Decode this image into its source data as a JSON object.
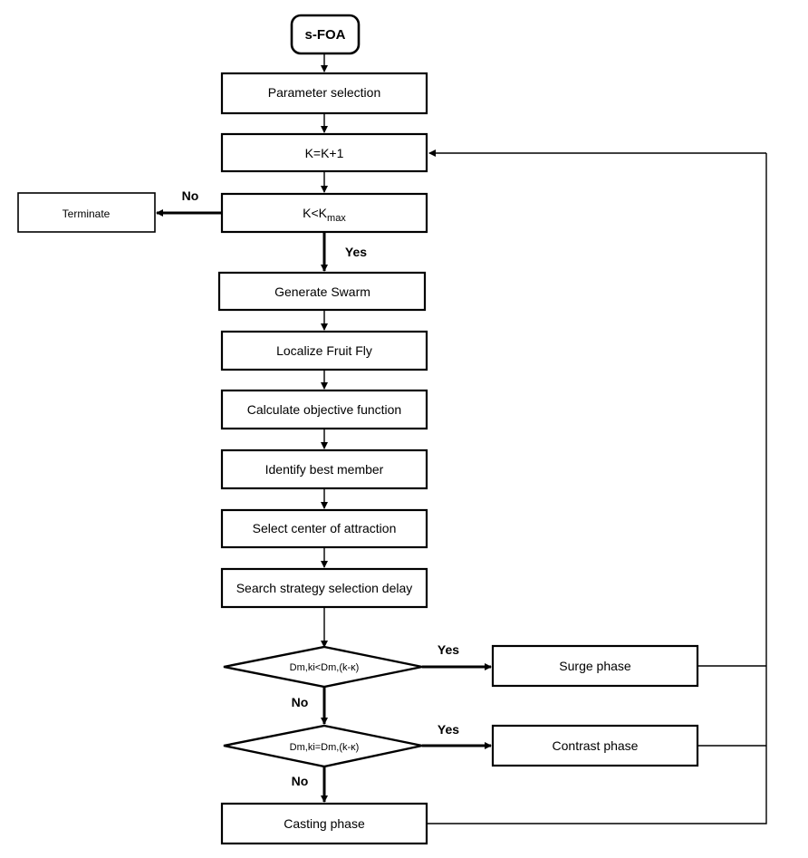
{
  "nodes": {
    "start": "s-FOA",
    "param": "Parameter selection",
    "inc": "K=K+1",
    "cond_k": "K<K",
    "cond_k_sub": "max",
    "terminate": "Terminate",
    "swarm": "Generate Swarm",
    "localize": "Localize Fruit Fly",
    "objective": "Calculate objective function",
    "best": "Identify best member",
    "center": "Select center of attraction",
    "delay": "Search strategy selection delay",
    "dec1": "Dm,ki<Dm,(k-κ)",
    "dec2": "Dm,ki=Dm,(k-κ)",
    "surge": "Surge phase",
    "contrast": "Contrast phase",
    "casting": "Casting phase"
  },
  "edges": {
    "no_terminate": "No",
    "yes_swarm": "Yes",
    "yes_surge": "Yes",
    "no_dec2": "No",
    "yes_contrast": "Yes",
    "no_casting": "No"
  }
}
